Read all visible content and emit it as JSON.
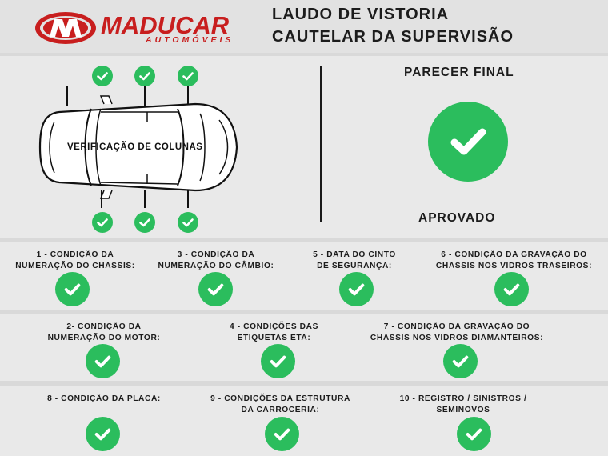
{
  "brand": {
    "name": "MADUCAR",
    "subtitle": "AUTOMÓVEIS",
    "color": "#c81e1e"
  },
  "header": {
    "title_line1": "LAUDO DE VISTORIA",
    "title_line2": "CAUTELAR DA SUPERVISÃO"
  },
  "columns_check": {
    "label": "VERIFICAÇÃO DE COLUNAS",
    "status_icons": [
      "check-icon",
      "check-icon",
      "check-icon",
      "check-icon",
      "check-icon",
      "check-icon"
    ]
  },
  "final_opinion": {
    "heading": "PARECER FINAL",
    "result": "APROVADO",
    "icon": "check-icon"
  },
  "items": [
    {
      "line1": "1 - CONDIÇÃO DA",
      "line2": "NUMERAÇÃO DO CHASSIS:",
      "status": "ok"
    },
    {
      "line1": "3 - CONDIÇÃO DA",
      "line2": "NUMERAÇÃO DO CÂMBIO:",
      "status": "ok"
    },
    {
      "line1": "5 - DATA DO CINTO",
      "line2": "DE SEGURANÇA:",
      "status": "ok"
    },
    {
      "line1": "6 - CONDIÇÃO DA GRAVAÇÃO DO",
      "line2": "CHASSIS NOS VIDROS TRASEIROS:",
      "status": "ok"
    },
    {
      "line1": "2- CONDIÇÃO DA",
      "line2": "NUMERAÇÃO DO MOTOR:",
      "status": "ok"
    },
    {
      "line1": "4 - CONDIÇÕES DAS",
      "line2": "ETIQUETAS ETA:",
      "status": "ok"
    },
    {
      "line1": "7 - CONDIÇÃO DA GRAVAÇÃO DO",
      "line2": "CHASSIS NOS VIDROS DIAMANTEIROS:",
      "status": "ok"
    },
    {
      "line1": "8 - CONDIÇÃO DA PLACA:",
      "line2": "",
      "status": "ok"
    },
    {
      "line1": "9 - CONDIÇÕES DA ESTRUTURA",
      "line2": "DA CARROCERIA:",
      "status": "ok"
    },
    {
      "line1": "10 - REGISTRO / SINISTROS /",
      "line2": "SEMINOVOS",
      "status": "ok"
    }
  ],
  "colors": {
    "check_green": "#2bbd5d",
    "background": "#d9d9d9",
    "panel": "#e9e9e9"
  }
}
